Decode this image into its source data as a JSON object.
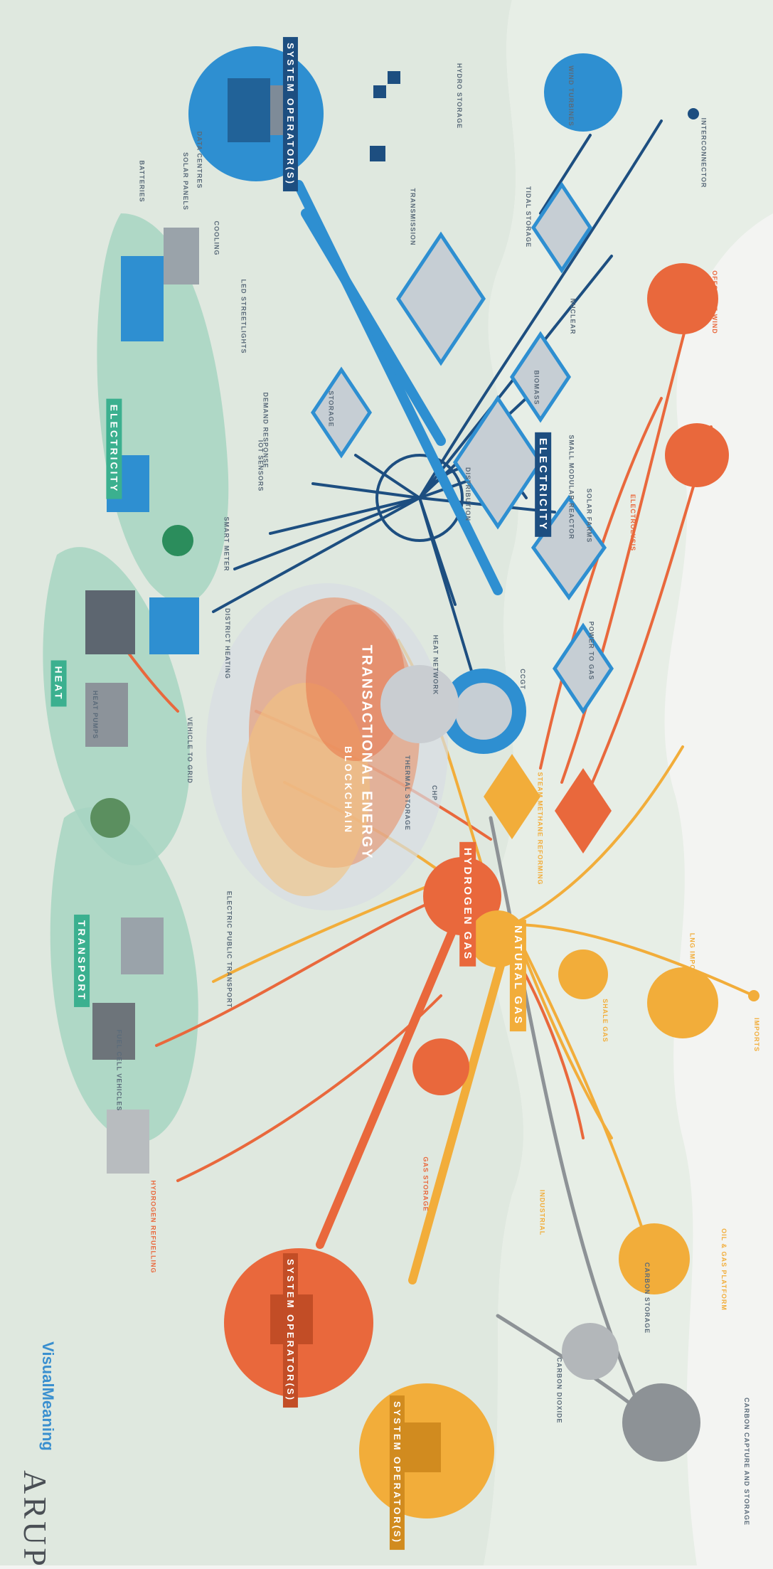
{
  "colors": {
    "electricity": "#2e8fd1",
    "electricity_dark": "#1d4e80",
    "hydrogen": "#e9683c",
    "natural_gas": "#f2ad3a",
    "carbon": "#8d9296",
    "consumer_bg": "#a7d5c2",
    "consumer_tag": "#3bb08f",
    "land": "#dfe8df",
    "sea": "#f3f4f2"
  },
  "sections": {
    "electricity": "ELECTRICITY",
    "electricity_consumer": "ELECTRICITY",
    "heat": "HEAT",
    "transport": "TRANSPORT",
    "hydrogen": "HYDROGEN GAS",
    "natural_gas": "NATURAL GAS",
    "transactional": "TRANSACTIONAL ENERGY",
    "blockchain": "BLOCKCHAIN"
  },
  "operators": {
    "electricity": "SYSTEM OPERATOR(S)",
    "hydrogen": "SYSTEM OPERATOR(S)",
    "natural_gas": "SYSTEM OPERATOR(S)"
  },
  "labels": {
    "interconnector": "INTERCONNECTOR",
    "wind_turbines": "WIND TURBINES",
    "hydro_storage": "HYDRO STORAGE",
    "tidal_storage": "TIDAL STORAGE",
    "transmission": "TRANSMISSION",
    "storage": "STORAGE",
    "biomass": "BIOMASS",
    "nuclear": "NUCLEAR",
    "distribution": "DISTRIBUTION",
    "small_modular_reactor": "SMALL MODULAR REACTOR",
    "solar_farms": "SOLAR FARMS",
    "electrolysis": "ELECTROLYSIS",
    "power_to_gas": "POWER TO GAS",
    "ccgt": "CCGT",
    "offshore_wind": "OFFSHORE WIND",
    "data_centres": "DATA CENTRES",
    "solar_panels": "SOLAR PANELS",
    "batteries": "BATTERIES",
    "cooling": "COOLING",
    "led_streetlights": "LED STREETLIGHTS",
    "iot_sensors": "IOT SENSORS",
    "demand_response": "DEMAND RESPONSE",
    "smart_meter": "SMART METER",
    "heat_pumps": "HEAT PUMPS",
    "vehicle_to_grid": "VEHICLE TO GRID",
    "district_heating": "DISTRICT HEATING",
    "heat_network": "HEAT NETWORK",
    "thermal_storage": "THERMAL STORAGE",
    "chp": "CHP",
    "electric_public_transport": "ELECTRIC PUBLIC TRANSPORT",
    "fuel_cell_vehicles": "FUEL CELL VEHICLES",
    "hydrogen_refuelling": "HYDROGEN REFUELLING",
    "gas_storage": "GAS STORAGE",
    "shale_gas": "SHALE GAS",
    "lng_import": "LNG IMPORT",
    "oil_gas_platform": "OIL & GAS PLATFORM",
    "imports": "IMPORTS",
    "carbon_storage": "CARBON STORAGE",
    "carbon_capture": "CARBON CAPTURE AND STORAGE",
    "carbon_dioxide": "CARBON DIOXIDE",
    "industrial": "INDUSTRIAL",
    "steam_methane": "STEAM METHANE REFORMING"
  },
  "brand": {
    "vm": "VisualMeaning",
    "arup": "ARUP"
  }
}
